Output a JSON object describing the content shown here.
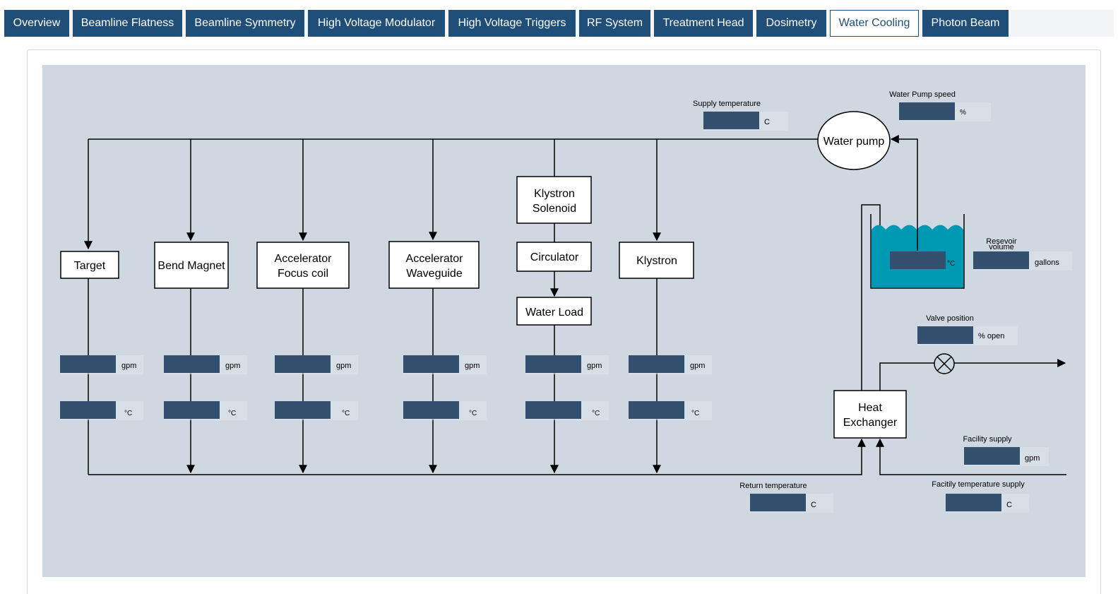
{
  "tabs": [
    {
      "label": "Overview",
      "active": false
    },
    {
      "label": "Beamline Flatness",
      "active": false
    },
    {
      "label": "Beamline Symmetry",
      "active": false
    },
    {
      "label": "High Voltage Modulator",
      "active": false
    },
    {
      "label": "High Voltage Triggers",
      "active": false
    },
    {
      "label": "RF System",
      "active": false
    },
    {
      "label": "Treatment Head",
      "active": false
    },
    {
      "label": "Dosimetry",
      "active": false
    },
    {
      "label": "Water Cooling",
      "active": true
    },
    {
      "label": "Photon Beam",
      "active": false
    }
  ],
  "colors": {
    "tab_bg": "#1f4e79",
    "diagram_bg": "#cfd8e1",
    "readout": "#34506f",
    "reservoir_water": "#0099b3"
  },
  "diagram": {
    "components": {
      "target": "Target",
      "bend_magnet": "Bend Magnet",
      "focus_coil_line1": "Accelerator",
      "focus_coil_line2": "Focus coil",
      "waveguide_line1": "Accelerator",
      "waveguide_line2": "Waveguide",
      "klystron_solenoid_line1": "Klystron",
      "klystron_solenoid_line2": "Solenoid",
      "circulator": "Circulator",
      "water_load": "Water Load",
      "klystron": "Klystron",
      "water_pump": "Water pump",
      "heat_exchanger_line1": "Heat",
      "heat_exchanger_line2": "Exchanger"
    },
    "units": {
      "flow": "gpm",
      "temp": "°C",
      "c": "C",
      "percent": "%",
      "open": "% open",
      "gallons": "gallons"
    },
    "labels": {
      "supply_temperature": "Supply temperature",
      "water_pump_speed": "Water Pump speed",
      "reservoir_line1": "Resevoir",
      "reservoir_line2": "volume",
      "valve_position": "Valve position",
      "facility_supply": "Facility supply",
      "return_temperature": "Return temperature",
      "facility_temperature_supply": "Facitily temperature supply"
    }
  }
}
